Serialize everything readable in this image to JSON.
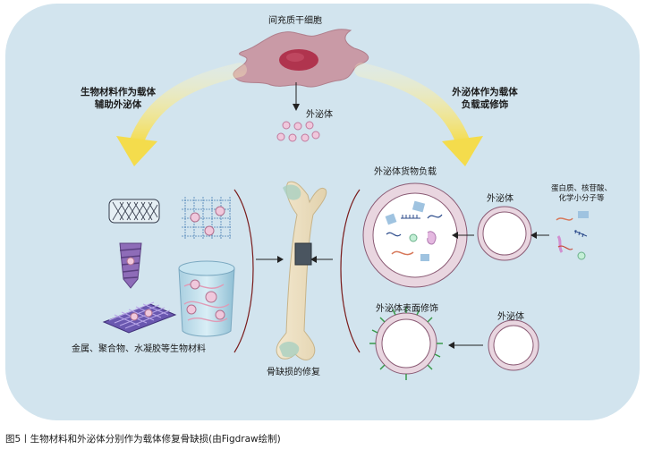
{
  "top": {
    "cell_label": "间充质干细胞",
    "exosome_label": "外泌体"
  },
  "left_branch": {
    "title_line1": "生物材料作为载体",
    "title_line2": "辅助外泌体",
    "materials_label": "金属、聚合物、水凝胶等生物材料"
  },
  "right_branch": {
    "title_line1": "外泌体作为载体",
    "title_line2": "负载或修饰",
    "cargo_label": "外泌体货物负载",
    "exosome_label_1": "外泌体",
    "molecules_line1": "蛋白质、核苷酸、",
    "molecules_line2": "化学小分子等",
    "surface_label": "外泌体表面修饰",
    "exosome_label_2": "外泌体"
  },
  "center": {
    "bone_label": "骨缺损的修复"
  },
  "caption": "图5丨生物材料和外泌体分别作为载体修复骨缺损(由Figdraw绘制)"
}
